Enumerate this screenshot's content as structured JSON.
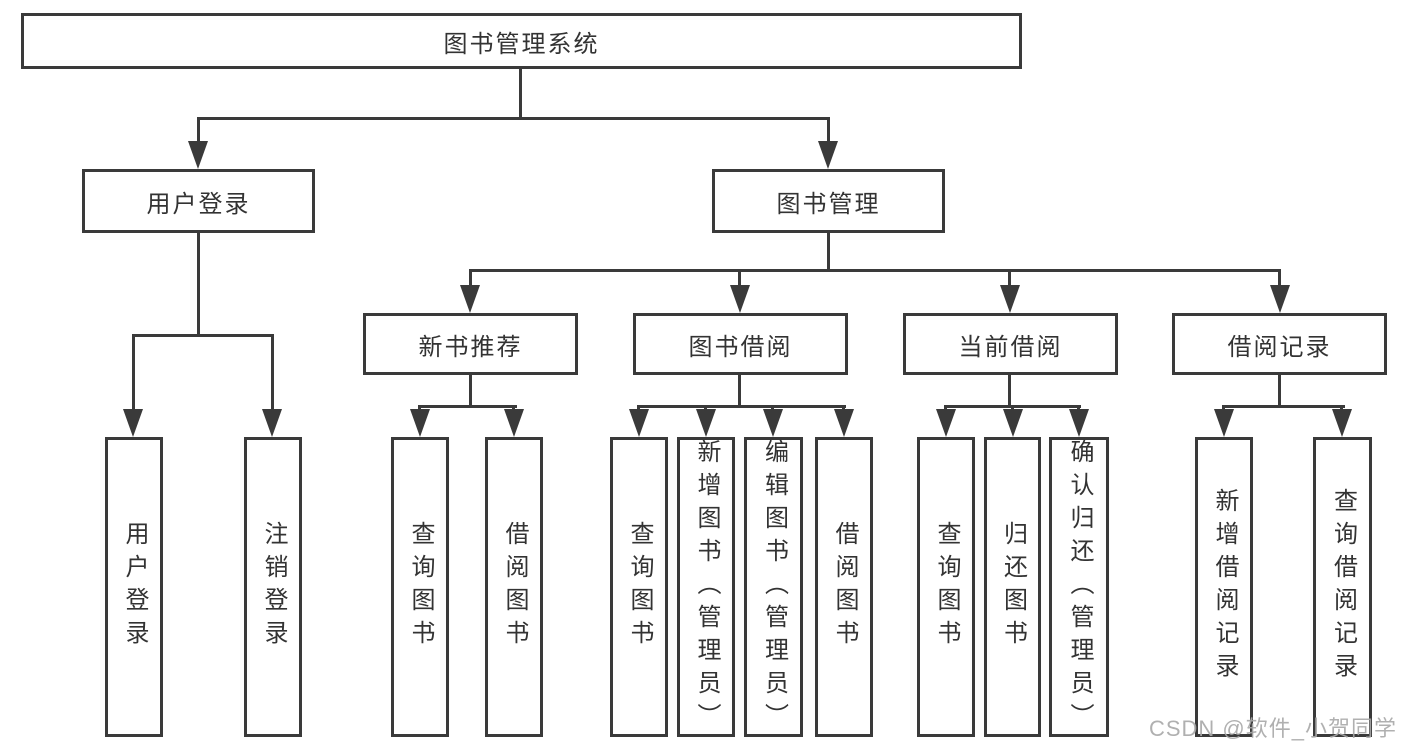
{
  "diagram": {
    "root": "图书管理系统",
    "level2": [
      "用户登录",
      "图书管理"
    ],
    "login_children": [
      "用户登录",
      "注销登录"
    ],
    "modules": [
      "新书推荐",
      "图书借阅",
      "当前借阅",
      "借阅记录"
    ],
    "children": {
      "new_book": [
        "查询图书",
        "借阅图书"
      ],
      "borrowing": [
        "查询图书",
        "新增图书（管理员）",
        "编辑图书（管理员）",
        "借阅图书"
      ],
      "current": [
        "查询图书",
        "归还图书",
        "确认归还（管理员）"
      ],
      "records": [
        "新增借阅记录",
        "查询借阅记录"
      ]
    }
  },
  "watermark": "CSDN @软件_小贺同学",
  "colors": {
    "line": "#3a3a3a",
    "text": "#333333",
    "watermark": "#a8a8a8",
    "background": "#ffffff"
  }
}
